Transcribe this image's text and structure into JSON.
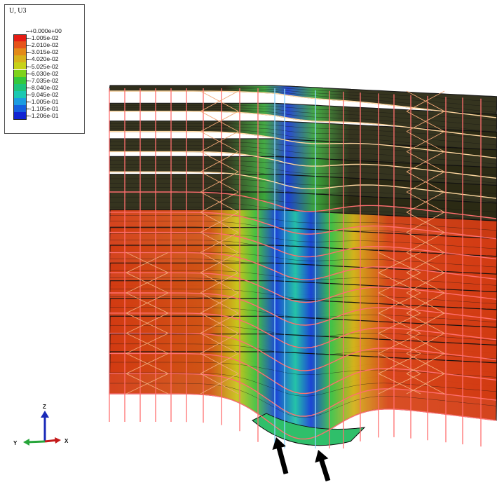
{
  "legend": {
    "title": "U, U3",
    "labels": [
      "+0.000e+00",
      "-1.005e-02",
      "-2.010e-02",
      "-3.015e-02",
      "-4.020e-02",
      "-5.025e-02",
      "-6.030e-02",
      "-7.035e-02",
      "-8.040e-02",
      "-9.045e-02",
      "-1.005e-01",
      "-1.105e-01",
      "-1.206e-01"
    ],
    "colors": [
      "#e51c14",
      "#e5531a",
      "#e38a18",
      "#d8b21a",
      "#c6d218",
      "#7ed21c",
      "#34c83c",
      "#1ec47a",
      "#1bc8b1",
      "#1c9ce0",
      "#1560df",
      "#1124d2"
    ]
  },
  "triad": {
    "z": "Z",
    "y": "Y",
    "x": "X"
  },
  "colors": {
    "frame_low": "#ff6f6f",
    "frame_high": "#ffd8a0",
    "slab_edge": "#101010",
    "dark_slab": "#2b2a14",
    "warm_slab": "#d23a12"
  }
}
